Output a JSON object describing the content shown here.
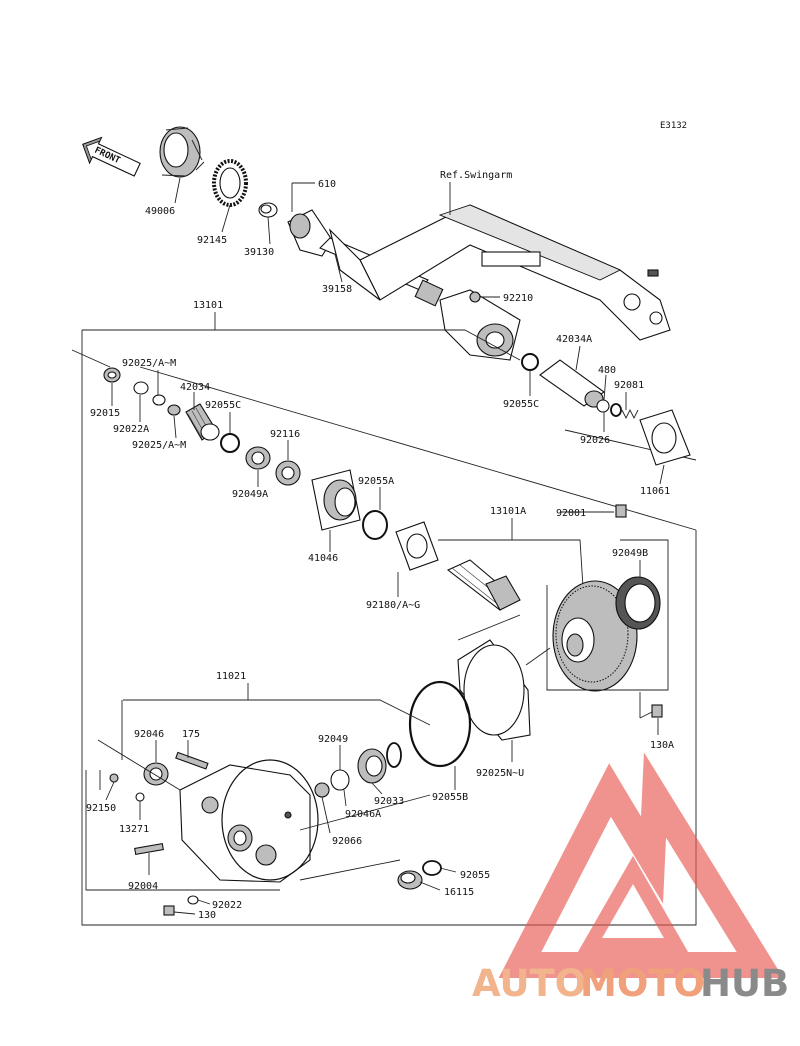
{
  "diagram_code": "E3132",
  "front_label": "FRONT",
  "ref_label": "Ref.Swingarm",
  "parts": [
    "49006",
    "92145",
    "39130",
    "610",
    "39158",
    "92210",
    "13101",
    "92025/A~M",
    "92015",
    "92022A",
    "42034",
    "92025/A~M",
    "92055C",
    "92116",
    "92049A",
    "41046",
    "92055A",
    "42034A",
    "480",
    "92081",
    "92055C",
    "92026",
    "11061",
    "13101A",
    "92001",
    "92049B",
    "92180/A~G",
    "11021",
    "92046",
    "175",
    "92049",
    "92150",
    "13271",
    "92046A",
    "92033",
    "92066",
    "92055B",
    "92025N~U",
    "130A",
    "92004",
    "92055",
    "16115",
    "92022",
    "130"
  ],
  "watermark": {
    "auto": "AUTO",
    "moto": "MOTO",
    "hub": "HUB"
  },
  "colors": {
    "watermark_triangle": "#e8574f",
    "watermark_orange": "#f2a57a",
    "watermark_gray": "#8a8a8a"
  }
}
